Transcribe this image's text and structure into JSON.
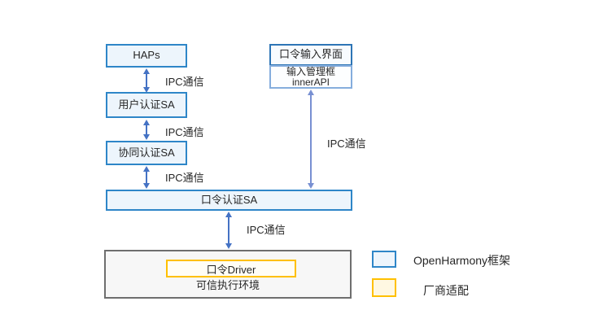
{
  "diagram": {
    "title_hint": "PIN authentication architecture",
    "nodes": {
      "haps": {
        "label": "HAPs"
      },
      "user_auth_sa": {
        "label": "用户认证SA"
      },
      "coauth_sa": {
        "label": "协同认证SA"
      },
      "pin_auth_sa": {
        "label": "口令认证SA"
      },
      "pin_input_ui": {
        "label": "口令输入界面"
      },
      "input_manager": {
        "line1": "输入管理框",
        "line2": "innerAPI"
      },
      "pin_driver": {
        "label": "口令Driver"
      },
      "tee": {
        "label": "可信执行环境"
      }
    },
    "arrows": [
      {
        "from": "HAPs",
        "to": "用户认证SA",
        "label": "IPC通信",
        "bidirectional": true
      },
      {
        "from": "用户认证SA",
        "to": "协同认证SA",
        "label": "IPC通信",
        "bidirectional": true
      },
      {
        "from": "协同认证SA",
        "to": "口令认证SA",
        "label": "IPC通信",
        "bidirectional": true
      },
      {
        "from": "输入管理框 innerAPI",
        "to": "口令认证SA",
        "label": "IPC通信",
        "bidirectional": true
      },
      {
        "from": "口令认证SA",
        "to": "可信执行环境",
        "label": "IPC通信",
        "bidirectional": true
      }
    ],
    "legend": [
      {
        "label": "OpenHarmony框架",
        "fill": "#EDF5FC",
        "border": "#2E86C8"
      },
      {
        "label": "厂商适配",
        "fill": "#FFF8E2",
        "border": "#FFC000"
      }
    ],
    "colors": {
      "framework_fill": "#EDF5FC",
      "framework_border": "#2E86C8",
      "vendor_fill": "#FFF8E2",
      "vendor_border": "#FFC000",
      "tee_fill": "#F7F7F7",
      "tee_border": "#6E6E6E",
      "arrow_short": "#4472C4",
      "arrow_long": "#7890D2",
      "text": "#262626"
    }
  }
}
